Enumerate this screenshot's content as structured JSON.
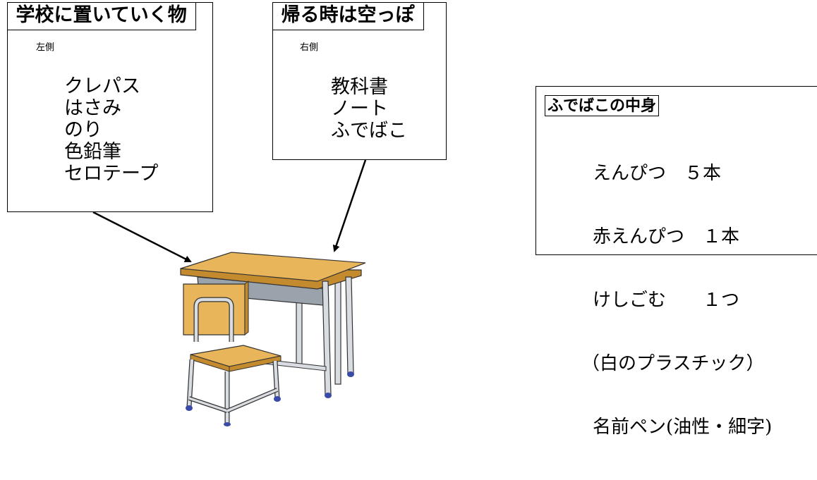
{
  "left_box": {
    "title": "学校に置いていく物",
    "side": "左側",
    "items": [
      "クレパス",
      "はさみ",
      "のり",
      "色鉛筆",
      "セロテープ"
    ]
  },
  "right_box": {
    "title": "帰る時は空っぽ",
    "side": "右側",
    "items": [
      "教科書",
      "ノート",
      "ふでばこ"
    ]
  },
  "pencil_case": {
    "title": "ふでばこの中身",
    "items": [
      "えんぴつ　５本",
      "赤えんぴつ　１本",
      "けしごむ　　１つ",
      "（白のプラスチック）",
      "名前ペン(油性・細字)"
    ]
  },
  "colors": {
    "desk_top": "#e8b55a",
    "desk_edge": "#c48a2e",
    "metal": "#d9dde2",
    "metal_dark": "#8c96a0",
    "drawer": "#9aa3ab",
    "foot": "#3a4aa8"
  }
}
